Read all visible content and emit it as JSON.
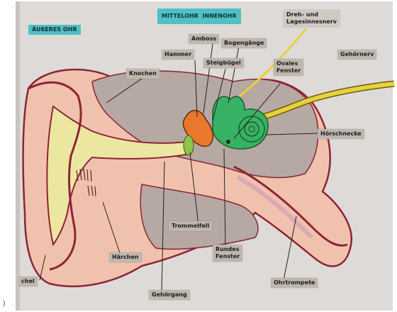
{
  "headers": {
    "outer_ear": "ÄUßERES OHR",
    "middle_ear": "MITTELOHR",
    "inner_ear": "INNENOHR"
  },
  "labels": {
    "dreh_lage": "Dreh- und\nLagesinnesnerv",
    "ambosss": "Amboss",
    "hammer": "Hammer",
    "bogengaenge": "Bogengänge",
    "steigbuegel": "Steigbügel",
    "ovales_fenster": "Ovales\nFenster",
    "gehoernerv": "Gehörnerv",
    "knochen": "Knochen",
    "hoerschnecke": "Hörschnecke",
    "trommelfell": "Trommelfell",
    "rundes_fenster": "Rundes\nFenster",
    "haerchen": "Härchen",
    "ohrtrompete": "Ohrtrompete",
    "gehoergang": "Gehörgang",
    "ohrmuschel_partial": "chel"
  },
  "edge_text": ")",
  "colors": {
    "poster_paper": "#dedad8",
    "skin": "#f0c2ad",
    "skin_outline": "#8c2438",
    "bone": "#b6a8a2",
    "canal_yellow": "#ece7a0",
    "nerve_yellow": "#e6d23a",
    "green_labyrinth": "#37b264",
    "orange_ossicles": "#e9782c",
    "header_teal": "#4fc0c6",
    "label_grey": "#bdb7b0"
  }
}
